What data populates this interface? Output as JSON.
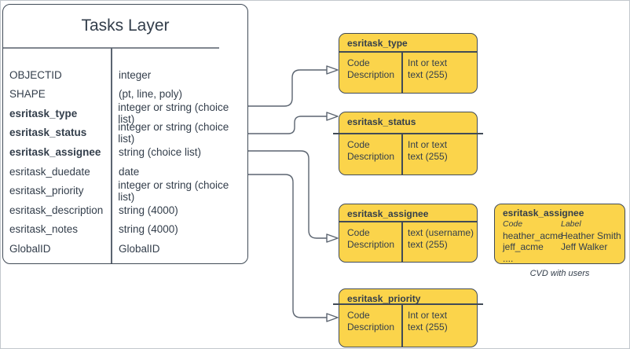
{
  "tasks_layer": {
    "title": "Tasks Layer",
    "fields": [
      {
        "name": "OBJECTID",
        "type": "integer"
      },
      {
        "name": "SHAPE",
        "type": "(pt, line, poly)"
      },
      {
        "name": "esritask_type",
        "type": "integer or string (choice list)"
      },
      {
        "name": "esritask_status",
        "type": "integer or string (choice list)"
      },
      {
        "name": "esritask_assignee",
        "type": "string (choice list)"
      },
      {
        "name": "esritask_duedate",
        "type": "date"
      },
      {
        "name": "esritask_priority",
        "type": "integer or string (choice list)"
      },
      {
        "name": "esritask_description",
        "type": "string (4000)"
      },
      {
        "name": "esritask_notes",
        "type": "string (4000)"
      },
      {
        "name": "GlobalID",
        "type": "GlobalID"
      }
    ]
  },
  "choice_tables": [
    {
      "title": "esritask_type",
      "left": [
        "Code",
        "Description"
      ],
      "right": [
        "Int or text",
        "text (255)"
      ]
    },
    {
      "title": "esritask_status",
      "left": [
        "Code",
        "Description"
      ],
      "right": [
        "Int or text",
        "text (255)"
      ]
    },
    {
      "title": "esritask_assignee",
      "left": [
        "Code",
        "Description"
      ],
      "right": [
        "text  (username)",
        "text (255)"
      ]
    },
    {
      "title": "esritask_priority",
      "left": [
        "Code",
        "Description"
      ],
      "right": [
        "Int or text",
        "text (255)"
      ]
    }
  ],
  "cvd_box": {
    "title": "esritask_assignee",
    "col_headers": [
      "Code",
      "Label"
    ],
    "rows": [
      {
        "code": "heather_acme",
        "label": "Heather Smith"
      },
      {
        "code": "jeff_acme",
        "label": "Jeff Walker"
      }
    ],
    "ellipsis": "....",
    "caption": "CVD with users"
  },
  "colors": {
    "choice_box_fill": "#FBD44B",
    "box_border": "#414B57",
    "text": "#333E4B",
    "connector": "#5B6470",
    "frame_border": "#C3C8CD"
  }
}
